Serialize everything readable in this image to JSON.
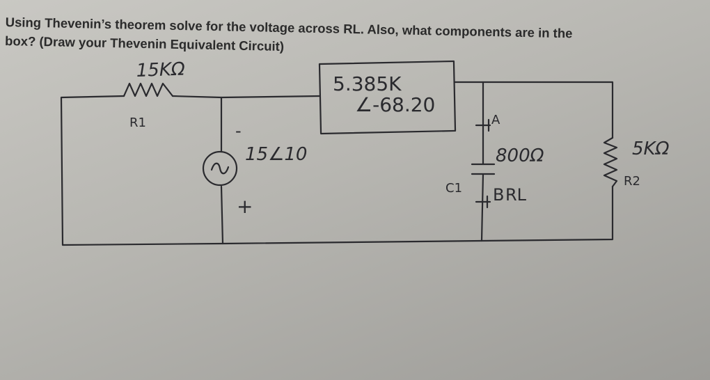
{
  "question": {
    "line1": "Using Thevenin’s theorem solve for the voltage across RL. Also, what components are in the",
    "line2": "box? (Draw your Thevenin Equivalent Circuit)"
  },
  "circuit": {
    "r1_value": "15KΩ",
    "r1_label": "R1",
    "source_symbol": "~",
    "source_value": "15∠10",
    "source_minus": "-",
    "source_plus": "+",
    "box_line1": "5.385K",
    "box_line2": "∠-68.20",
    "node_a": "A",
    "node_b": "B",
    "rl_label": "RL",
    "rl_value": "800Ω",
    "c1_label": "C1",
    "r2_value": "5KΩ",
    "r2_label": "R2"
  },
  "colors": {
    "ink": "#2a2a2e",
    "paper": "#c9c8c3"
  }
}
